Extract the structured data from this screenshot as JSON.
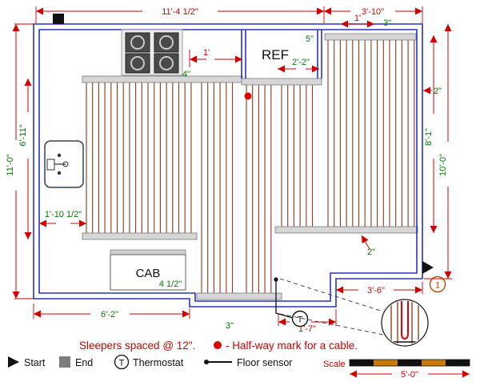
{
  "labels": {
    "ref": "REF",
    "cab": "CAB",
    "detail_number": "1",
    "thermostat_symbol": "T"
  },
  "dimensions": {
    "top_width": "11'-4 1/2\"",
    "top_right_width": "3'-10\"",
    "top_right_small": "1'",
    "top_right_gap": "3\"",
    "ref_gap": "5\"",
    "ref_width": "2'-2\"",
    "stove_ref_gap": "1'",
    "stove_cable_gap": "4\"",
    "right_wall_cable_gap": "2\"",
    "right_cable_height": "8'-1\"",
    "right_height": "10'-0\"",
    "left_height": "11'-0\"",
    "left_cable_height": "6'-11\"",
    "left_cable_offset": "1'-10 1/2\"",
    "bottom_left_width": "6'-2\"",
    "cab_gap": "4 1/2\"",
    "bottom_cable_gap": "3\"",
    "bump_width": "1'-7\"",
    "bottom_right_width": "3'-6\"",
    "bottom_sleeper_gap": "2\""
  },
  "notes": {
    "sleepers": "Sleepers spaced @ 12\".",
    "halfway": "- Half-way mark for a cable."
  },
  "legend": {
    "start": "Start",
    "end": "End",
    "thermostat": "Thermostat",
    "floor_sensor": "Floor sensor"
  },
  "scale": {
    "label": "Scale",
    "value": "5'-0\""
  },
  "colors": {
    "wall": "#2733cc",
    "dimension_red": "#d40000",
    "dimension_green": "#007d00",
    "cable": "#8b4226",
    "halfway_dot": "#e00000"
  }
}
